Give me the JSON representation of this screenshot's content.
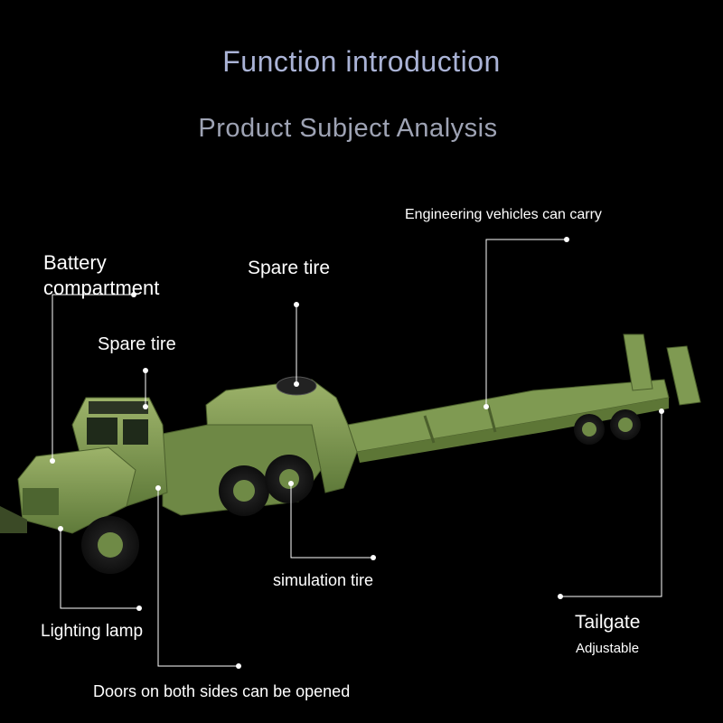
{
  "header": {
    "title": "Function introduction",
    "subtitle": "Product Subject Analysis"
  },
  "callouts": {
    "battery_compartment": "Battery compartment",
    "spare_tire_trailer": "Spare tire",
    "spare_tire_cab": "Spare tire",
    "engineering_vehicles": "Engineering vehicles can carry",
    "simulation_tire": "simulation tire",
    "lighting_lamp": "Lighting lamp",
    "tailgate": "Tailgate",
    "tailgate_note": "Adjustable",
    "doors": "Doors on both sides can be opened"
  },
  "colors": {
    "background": "#000000",
    "title": "#aab3d6",
    "subtitle": "#9ea3b4",
    "label": "#ffffff",
    "vehicle_green": "#7f9a52"
  }
}
